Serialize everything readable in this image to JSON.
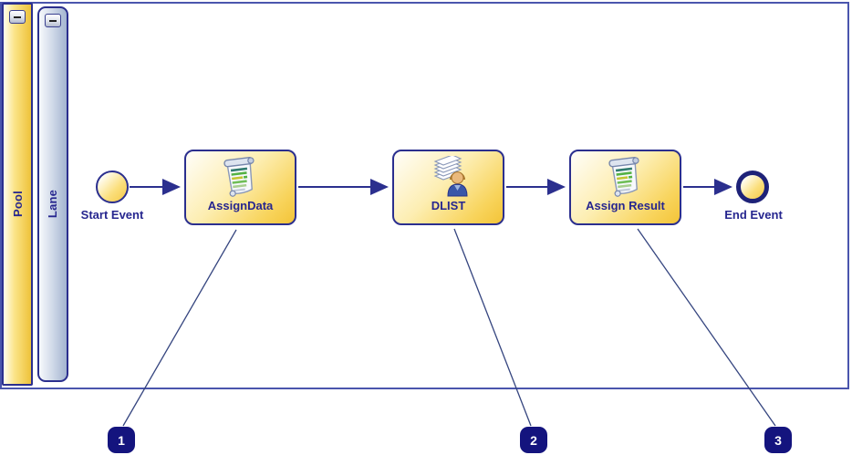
{
  "diagram": {
    "pool_label": "Pool",
    "lane_label": "Lane"
  },
  "nodes": {
    "start": {
      "label": "Start Event",
      "type": "start-event"
    },
    "assign_data": {
      "label": "AssignData",
      "type": "script-task"
    },
    "dlist": {
      "label": "DLIST",
      "type": "user-list-task"
    },
    "assign_result": {
      "label": "Assign Result",
      "type": "script-task"
    },
    "end": {
      "label": "End Event",
      "type": "end-event"
    }
  },
  "callouts": [
    {
      "number": "1",
      "points_to": "AssignData"
    },
    {
      "number": "2",
      "points_to": "DLIST"
    },
    {
      "number": "3",
      "points_to": "Assign Result"
    }
  ],
  "colors": {
    "node_border": "#2b2f8e",
    "canvas_border": "#4a55ad",
    "task_fill_light": "#fffefa",
    "task_fill_gold": "#f3c438",
    "pool_fill_gold": "#eec239",
    "lane_fill_blue": "#a3b4d0",
    "badge_bg": "#14147e",
    "label_text": "#26268f"
  }
}
